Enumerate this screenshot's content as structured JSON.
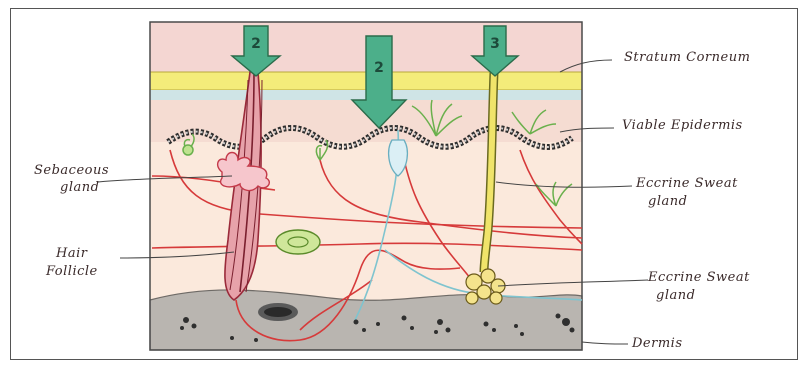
{
  "labels": {
    "stratum_corneum": "Stratum Corneum",
    "viable_epidermis": "Viable Epidermis",
    "sebaceous_gland_1": "Sebaceous",
    "sebaceous_gland_2": "gland",
    "eccrine_sweat_duct_1": "Eccrine Sweat",
    "eccrine_sweat_duct_2": "gland",
    "hair_follicle_1": "Hair",
    "hair_follicle_2": "Follicle",
    "eccrine_gland_1": "Eccrine Sweat",
    "eccrine_gland_2": "gland",
    "dermis": "Dermis"
  },
  "arrows": {
    "left": "2",
    "middle": "2",
    "right": "3"
  },
  "colors": {
    "stratum_corneum": "#f4ec7a",
    "epidermis_band": "#cfe4e6",
    "upper_tissue": "#f3d7d3",
    "lower_tissue": "#fbe9de",
    "arrow_fill": "#4caf8a",
    "vessel_red": "#d63a3a",
    "vessel_blue": "#7fc4cf",
    "hair_follicle": "#b43a4a",
    "dermis_gray": "#b6b2ae",
    "sweat_duct": "#e8dc57"
  }
}
